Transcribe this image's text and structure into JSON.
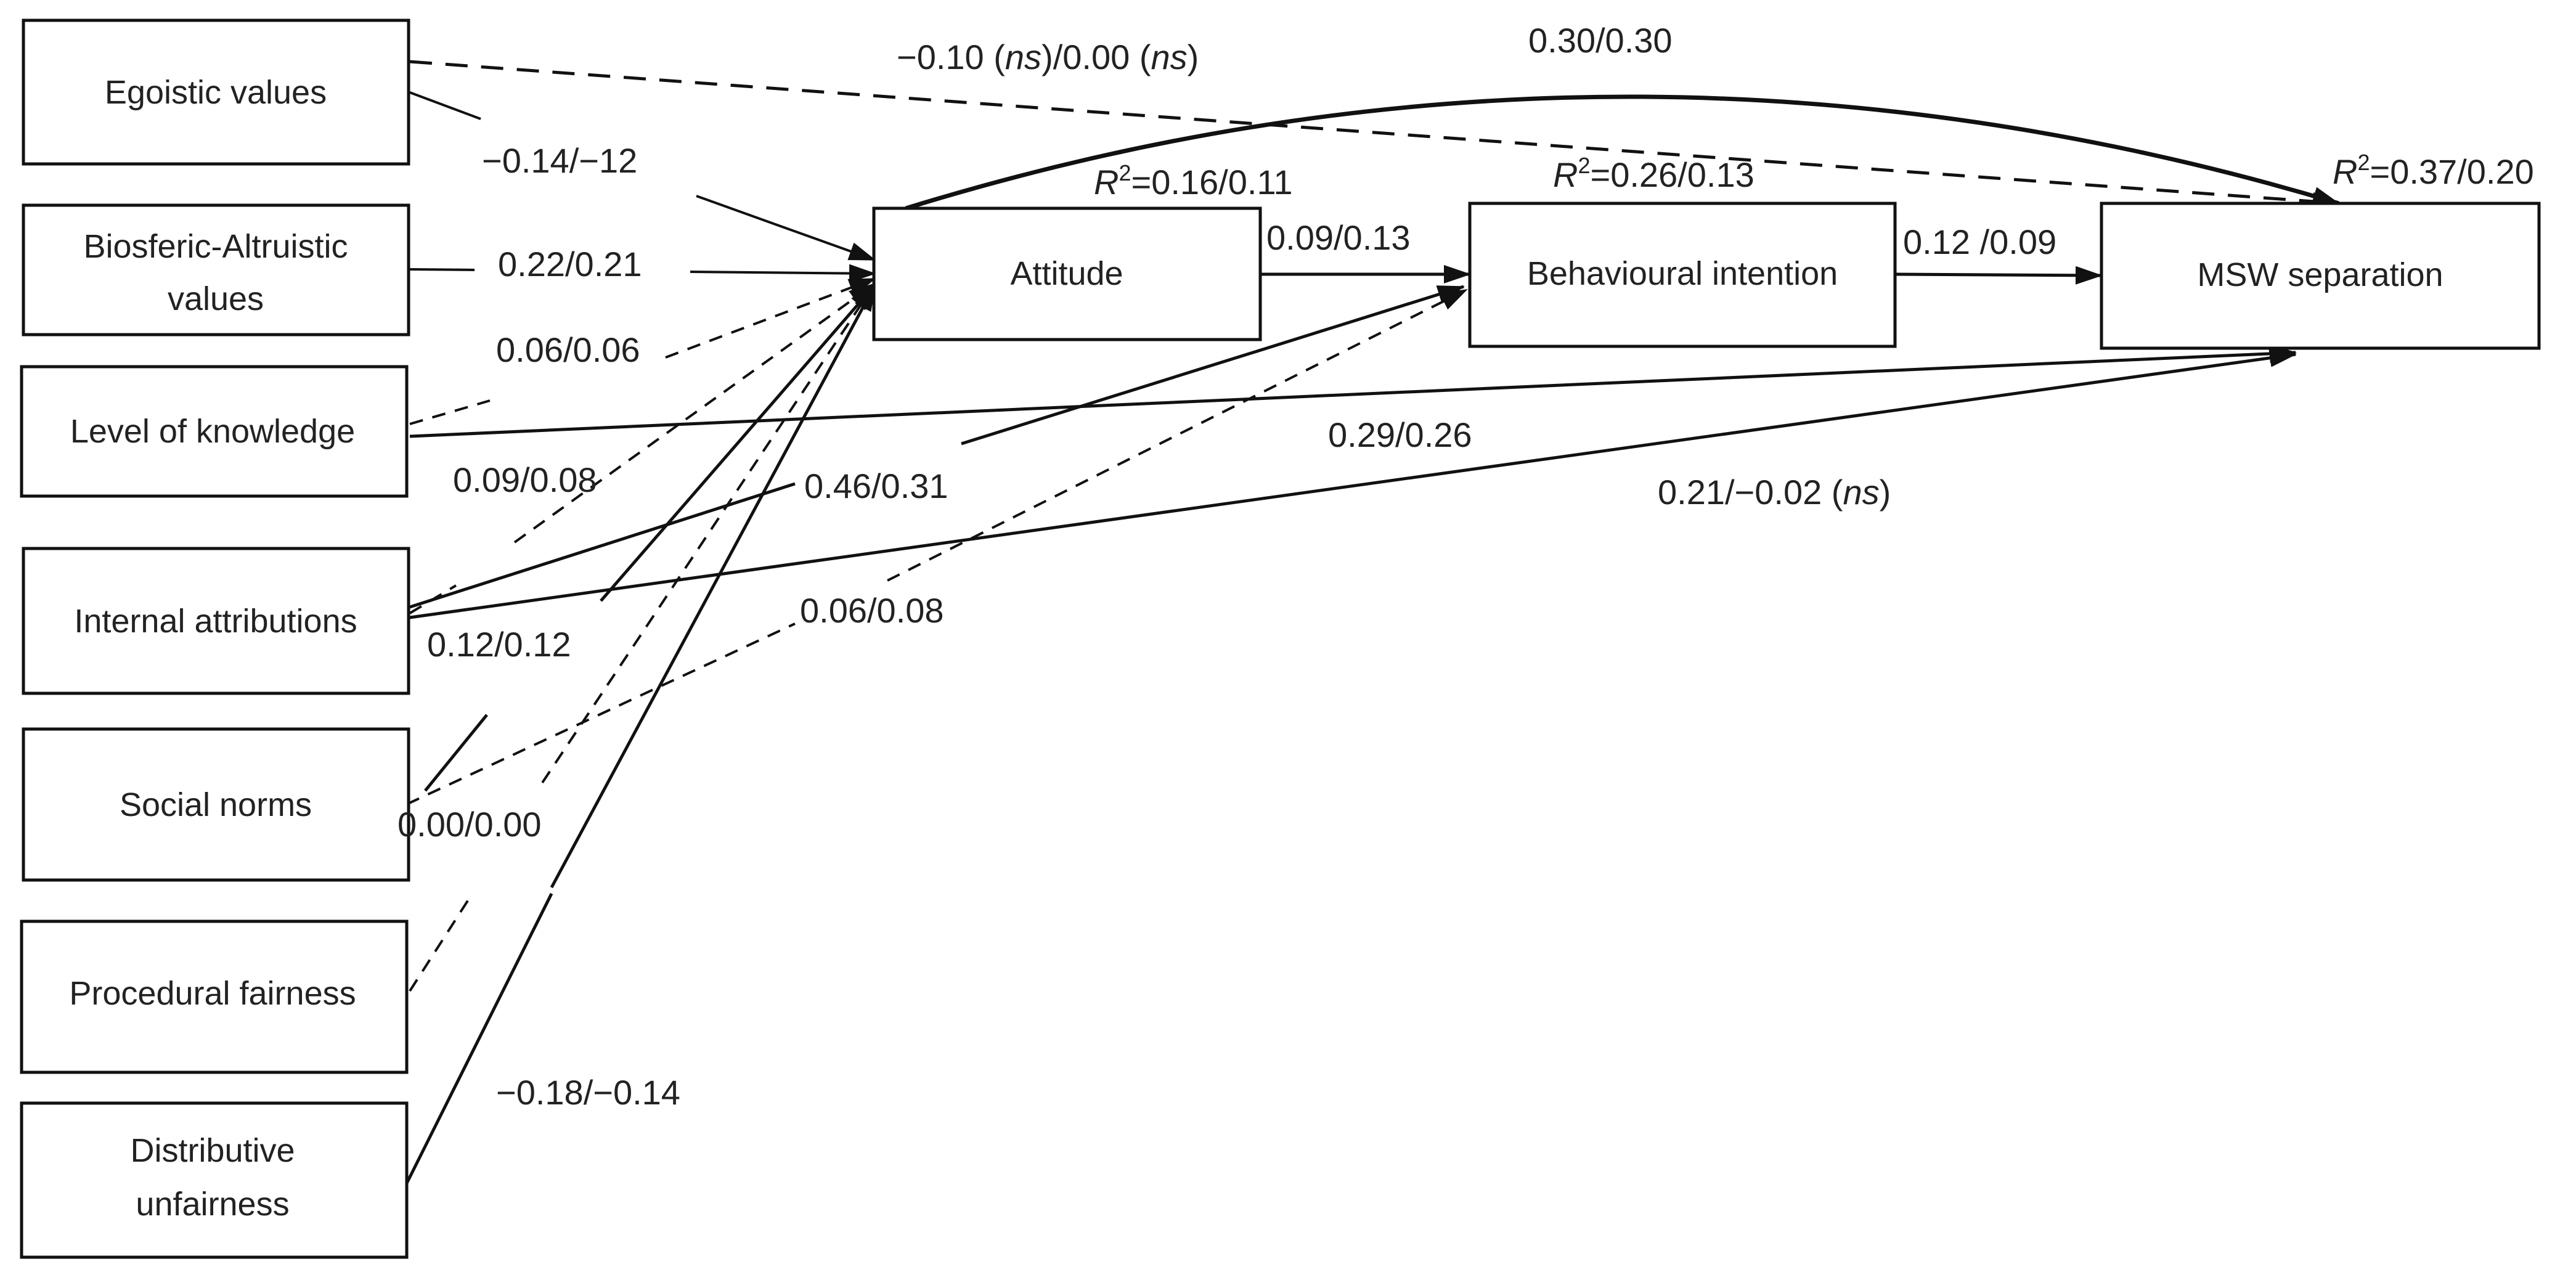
{
  "predictors": {
    "egoistic": "Egoistic values",
    "biosferic_1": "Biosferic-Altruistic",
    "biosferic_2": "values",
    "knowledge": "Level of knowledge",
    "internal": "Internal attributions",
    "social": "Social norms",
    "procedural": "Procedural fairness",
    "distributive_1": "Distributive",
    "distributive_2": "unfairness"
  },
  "outcomes": {
    "attitude": "Attitude",
    "intention": "Behavioural intention",
    "separation": "MSW separation"
  },
  "r_squared": {
    "symbol": "R",
    "superscript": "2",
    "attitude": "=0.16/0.11",
    "intention": "=0.26/0.13",
    "separation": "=0.37/0.20"
  },
  "coefficients": {
    "egoistic_separation_a": "−0.10 (",
    "egoistic_separation_ns1": "ns",
    "egoistic_separation_b": ")/0.00 (",
    "egoistic_separation_ns2": "ns",
    "egoistic_separation_c": ")",
    "attitude_separation": "0.30/0.30",
    "egoistic_attitude": "−0.14/−12",
    "biosferic_attitude": "0.22/0.21",
    "knowledge_attitude": "0.06/0.06",
    "attitude_intention": "0.09/0.13",
    "intention_separation": "0.12 /0.09",
    "knowledge_separation": "0.29/0.26",
    "internal_attitude": "0.09/0.08",
    "internal_intention": "0.46/0.31",
    "internal_separation_a": "0.21/−0.02 (",
    "internal_separation_ns": "ns",
    "internal_separation_b": ")",
    "social_intention": "0.06/0.08",
    "social_attitude": "0.12/0.12",
    "procedural_attitude": "0.00/0.00",
    "distributive_attitude": "−0.18/−0.14"
  }
}
